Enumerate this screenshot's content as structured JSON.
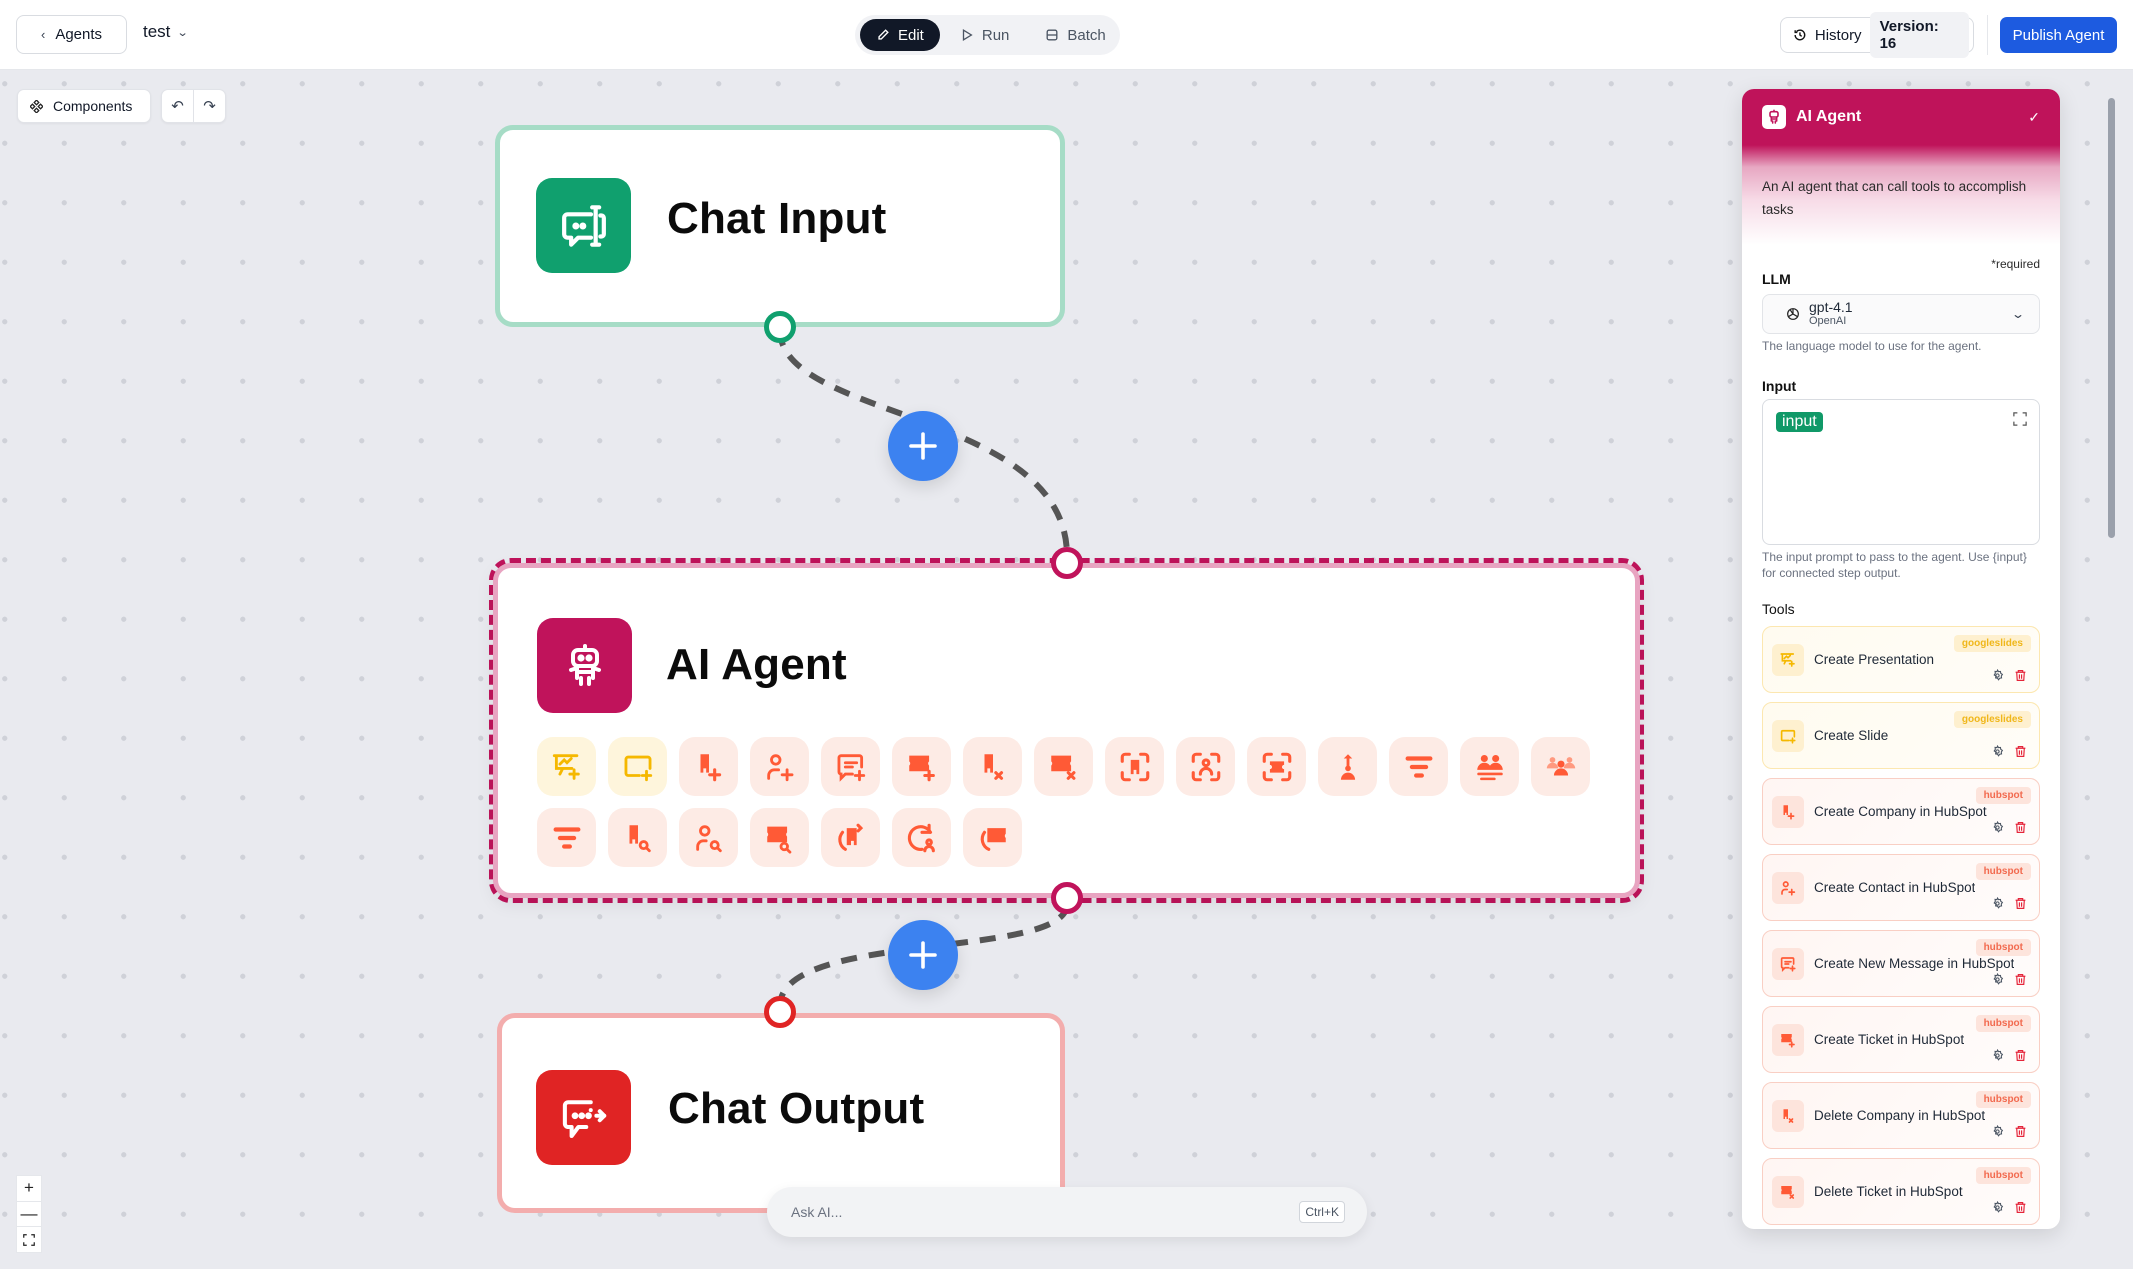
{
  "header": {
    "back_label": "Agents",
    "agent_name": "test",
    "modes": [
      {
        "label": "Edit",
        "active": true
      },
      {
        "label": "Run",
        "active": false
      },
      {
        "label": "Batch",
        "active": false
      }
    ],
    "history_label": "History",
    "version_label": "Version: 16",
    "publish_label": "Publish Agent"
  },
  "canvas_toolbar": {
    "components_label": "Components",
    "undo_icon": "undo-icon",
    "redo_icon": "redo-icon"
  },
  "nodes": {
    "chat_input": {
      "title": "Chat Input",
      "color": "#10a06e",
      "border": "#a6dcc6"
    },
    "ai_agent": {
      "title": "AI Agent",
      "color": "#c0135b",
      "tool_icons": [
        "create-presentation-icon",
        "create-slide-icon",
        "create-company-icon",
        "create-contact-icon",
        "create-message-icon",
        "create-ticket-icon",
        "delete-company-icon",
        "delete-ticket-icon",
        "find-company-icon",
        "find-contact-icon",
        "find-ticket-icon",
        "upload-icon",
        "filter-icon",
        "group-list-icon",
        "group-icon",
        "filter-icon",
        "search-company-icon",
        "search-contact-icon",
        "search-ticket-icon",
        "update-company-icon",
        "update-contact-icon",
        "update-ticket-icon"
      ]
    },
    "chat_output": {
      "title": "Chat Output",
      "color": "#e02424",
      "border": "#f3adad"
    }
  },
  "ask_ai": {
    "placeholder": "Ask AI...",
    "shortcut": "Ctrl+K"
  },
  "zoom_controls": {
    "zoom_in": "+",
    "zoom_out": "—",
    "fit": "fit-view-icon"
  },
  "panel": {
    "title": "AI Agent",
    "description": "An AI agent that can call tools to accomplish tasks",
    "required_note": "*required",
    "llm": {
      "label": "LLM",
      "model": "gpt-4.1",
      "provider": "OpenAI",
      "hint": "The language model to use for the agent."
    },
    "input": {
      "label": "Input",
      "tag": "input",
      "hint": "The input prompt to pass to the agent. Use {input} for connected step output."
    },
    "tools_label": "Tools",
    "tools": [
      {
        "name": "Create Presentation",
        "provider": "googleslides",
        "theme": "yellow"
      },
      {
        "name": "Create Slide",
        "provider": "googleslides",
        "theme": "yellow"
      },
      {
        "name": "Create Company in HubSpot",
        "provider": "hubspot",
        "theme": "orange"
      },
      {
        "name": "Create Contact in HubSpot",
        "provider": "hubspot",
        "theme": "orange"
      },
      {
        "name": "Create New Message in HubSpot",
        "provider": "hubspot",
        "theme": "orange"
      },
      {
        "name": "Create Ticket in HubSpot",
        "provider": "hubspot",
        "theme": "orange"
      },
      {
        "name": "Delete Company in HubSpot",
        "provider": "hubspot",
        "theme": "orange"
      },
      {
        "name": "Delete Ticket in HubSpot",
        "provider": "hubspot",
        "theme": "orange"
      }
    ]
  }
}
